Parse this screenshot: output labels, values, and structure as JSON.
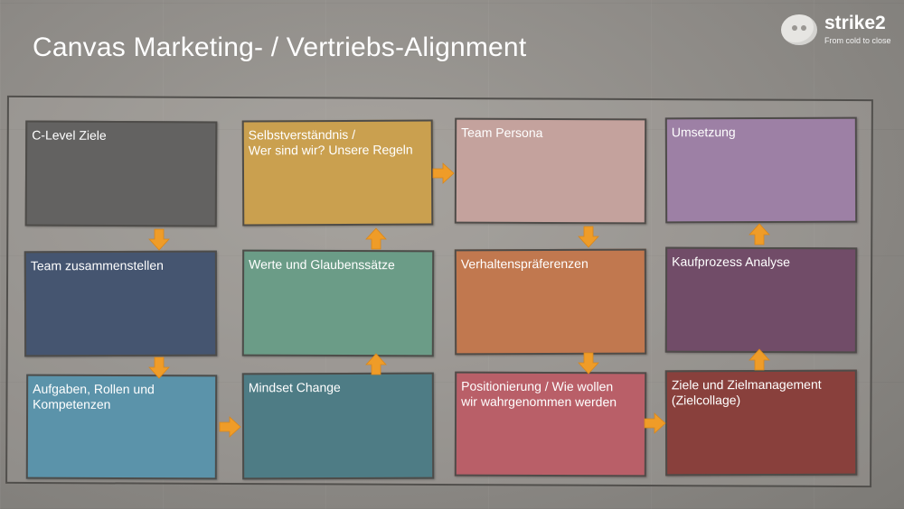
{
  "title": "Canvas Marketing- / Vertriebs-Alignment",
  "logo": {
    "name": "strike2",
    "tagline": "From cold to close"
  },
  "colors": {
    "arrow": "#ef9c28",
    "frame": "#514f4c"
  },
  "boxes": [
    {
      "id": "c-level-ziele",
      "label": "C-Level Ziele",
      "color": "#636261"
    },
    {
      "id": "team-zusammenstellen",
      "label": "Team zusammenstellen",
      "color": "#455570"
    },
    {
      "id": "aufgaben-rollen-kompetenzen",
      "label": "Aufgaben, Rollen und\nKompetenzen",
      "color": "#5b93aa"
    },
    {
      "id": "selbstverstaendnis",
      "label": "Selbstverständnis /\nWer sind wir? Unsere Regeln",
      "color": "#caa04f"
    },
    {
      "id": "werte-und-glaubenssaetze",
      "label": "Werte und Glaubenssätze",
      "color": "#6b9c87"
    },
    {
      "id": "mindset-change",
      "label": "Mindset Change",
      "color": "#4e7c85"
    },
    {
      "id": "team-persona",
      "label": "Team Persona",
      "color": "#c4a29d"
    },
    {
      "id": "verhaltenspraeferenzen",
      "label": "Verhaltenspräferenzen",
      "color": "#c1784f"
    },
    {
      "id": "positionierung",
      "label": "Positionierung / Wie wollen\nwir wahrgenommen werden",
      "color": "#b95f68"
    },
    {
      "id": "umsetzung",
      "label": "Umsetzung",
      "color": "#9d80a5"
    },
    {
      "id": "kaufprozess-analyse",
      "label": "Kaufprozess Analyse",
      "color": "#714c68"
    },
    {
      "id": "ziele-und-zielmanagement",
      "label": "Ziele und Zielmanagement\n(Zielcollage)",
      "color": "#89403c"
    }
  ],
  "arrows": [
    {
      "from": "c-level-ziele",
      "to": "team-zusammenstellen",
      "direction": "down"
    },
    {
      "from": "team-zusammenstellen",
      "to": "aufgaben-rollen-kompetenzen",
      "direction": "down"
    },
    {
      "from": "aufgaben-rollen-kompetenzen",
      "to": "mindset-change",
      "direction": "right"
    },
    {
      "from": "mindset-change",
      "to": "werte-und-glaubenssaetze",
      "direction": "up"
    },
    {
      "from": "werte-und-glaubenssaetze",
      "to": "selbstverstaendnis",
      "direction": "up"
    },
    {
      "from": "selbstverstaendnis",
      "to": "team-persona",
      "direction": "right"
    },
    {
      "from": "team-persona",
      "to": "verhaltenspraeferenzen",
      "direction": "down"
    },
    {
      "from": "verhaltenspraeferenzen",
      "to": "positionierung",
      "direction": "down"
    },
    {
      "from": "positionierung",
      "to": "ziele-und-zielmanagement",
      "direction": "right"
    },
    {
      "from": "ziele-und-zielmanagement",
      "to": "kaufprozess-analyse",
      "direction": "up"
    },
    {
      "from": "kaufprozess-analyse",
      "to": "umsetzung",
      "direction": "up"
    }
  ]
}
